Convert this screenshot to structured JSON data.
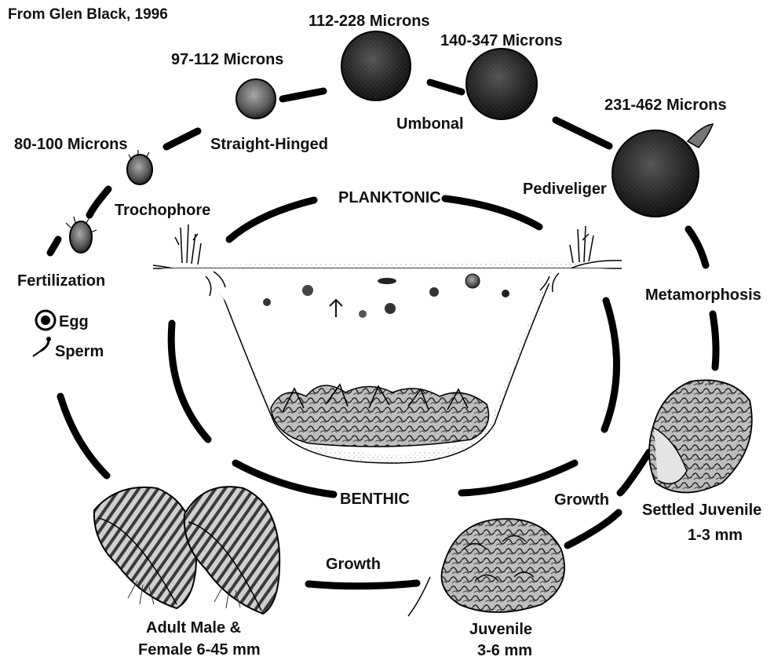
{
  "credit": "From Glen Black, 1996",
  "zones": {
    "planktonic": "PLANKTONIC",
    "benthic": "BENTHIC"
  },
  "stages": {
    "egg": "Egg",
    "sperm": "Sperm",
    "fertilization": "Fertilization",
    "trochophore": {
      "label": "Trochophore",
      "size": "80-100 Microns"
    },
    "straight_hinged": {
      "label": "Straight-Hinged",
      "size": "97-112 Microns"
    },
    "umbonal": {
      "label": "Umbonal",
      "size_a": "112-228  Microns",
      "size_b": "140-347  Microns"
    },
    "pediveliger": {
      "label": "Pediveliger",
      "size": "231-462  Microns"
    },
    "metamorphosis": "Metamorphosis",
    "settled_juvenile": {
      "label": "Settled Juvenile",
      "size": "1-3 mm"
    },
    "growth_1": "Growth",
    "juvenile": {
      "label": "Juvenile",
      "size": "3-6 mm"
    },
    "growth_2": "Growth",
    "adult": {
      "label": "Adult Male &",
      "size": "Female 6-45 mm"
    }
  }
}
